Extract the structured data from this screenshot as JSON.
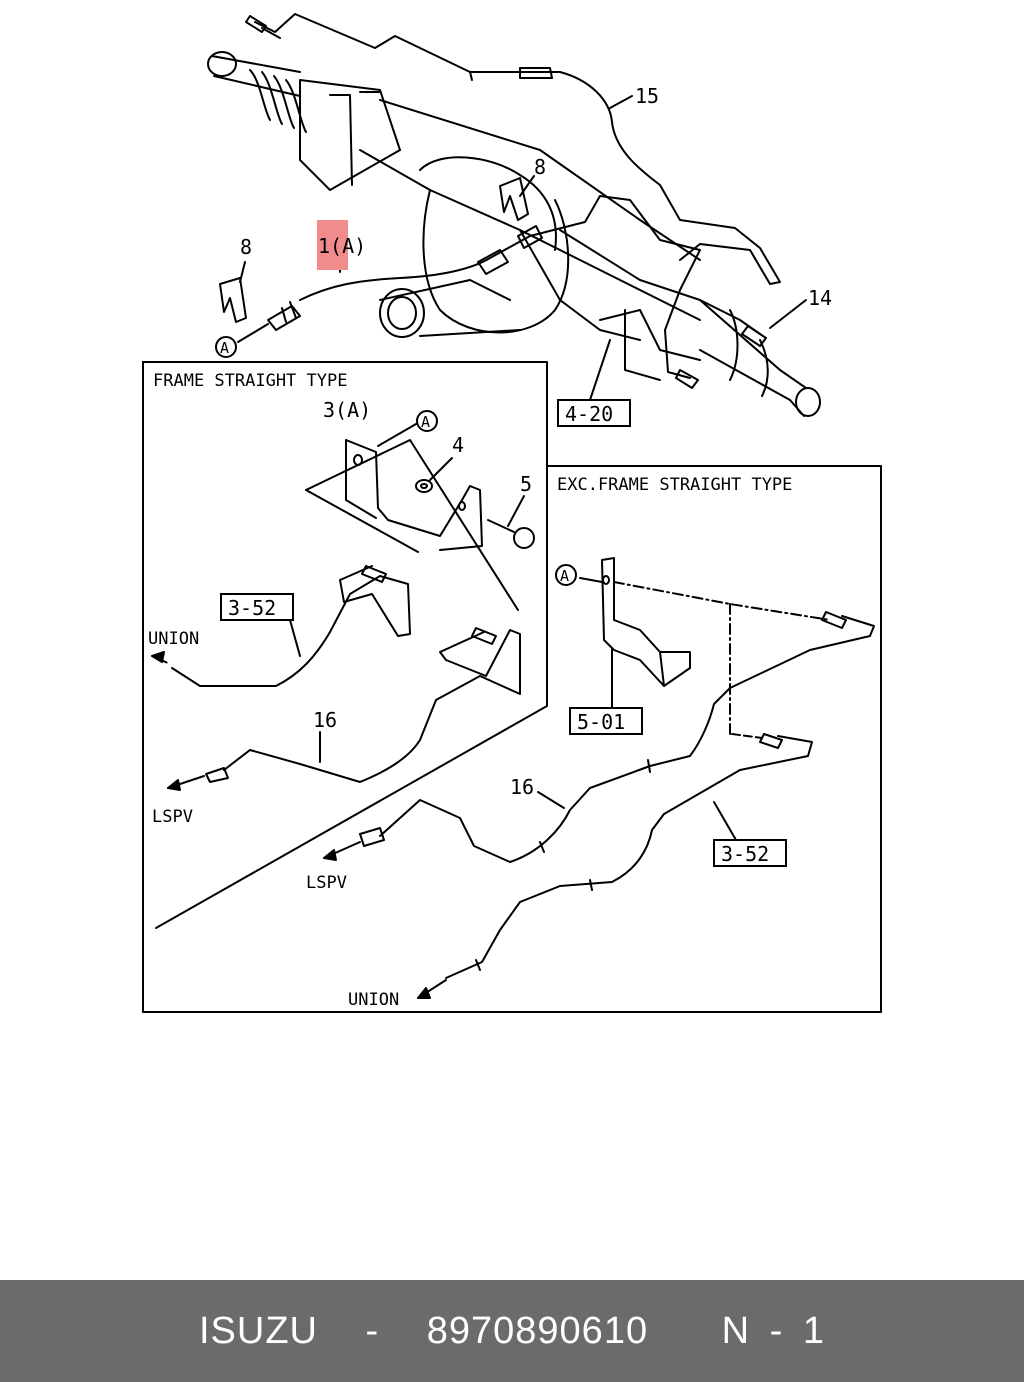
{
  "colors": {
    "highlight": "#f08c8c",
    "footer_bg": "#6b6b6b",
    "line": "#000000"
  },
  "diagram": {
    "callouts": {
      "part_1a": "1(A)",
      "part_8_top": "8",
      "part_8_left": "8",
      "part_14": "14",
      "part_15": "15",
      "ref_4_20": "4-20",
      "ref_a_main": "A"
    },
    "frame_straight": {
      "title": "FRAME STRAIGHT TYPE",
      "part_3a": "3(A)",
      "ref_a": "A",
      "part_4": "4",
      "part_5": "5",
      "ref_3_52": "3-52",
      "union": "UNION",
      "part_16": "16",
      "lspv": "LSPV"
    },
    "exc_frame": {
      "title": "EXC.FRAME STRAIGHT TYPE",
      "ref_a": "A",
      "ref_5_01": "5-01",
      "part_16": "16",
      "lspv": "LSPV",
      "ref_3_52": "3-52",
      "union": "UNION"
    }
  },
  "footer": {
    "brand": "ISUZU",
    "sep": "-",
    "part_number": "8970890610",
    "suffix": "N - 1"
  }
}
